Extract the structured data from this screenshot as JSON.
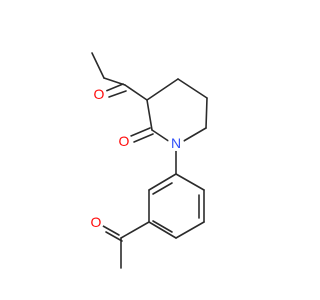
{
  "molecule": {
    "atoms": [
      {
        "id": "O_acyl",
        "label": "O",
        "color": "#ff0d0d"
      },
      {
        "id": "O_lactam",
        "label": "O",
        "color": "#ff0d0d"
      },
      {
        "id": "N_ring",
        "label": "N",
        "color": "#3050f8"
      },
      {
        "id": "O_acetyl",
        "label": "O",
        "color": "#ff0d0d"
      }
    ],
    "bond_color": "#2b2b2b",
    "background": "#ffffff"
  }
}
